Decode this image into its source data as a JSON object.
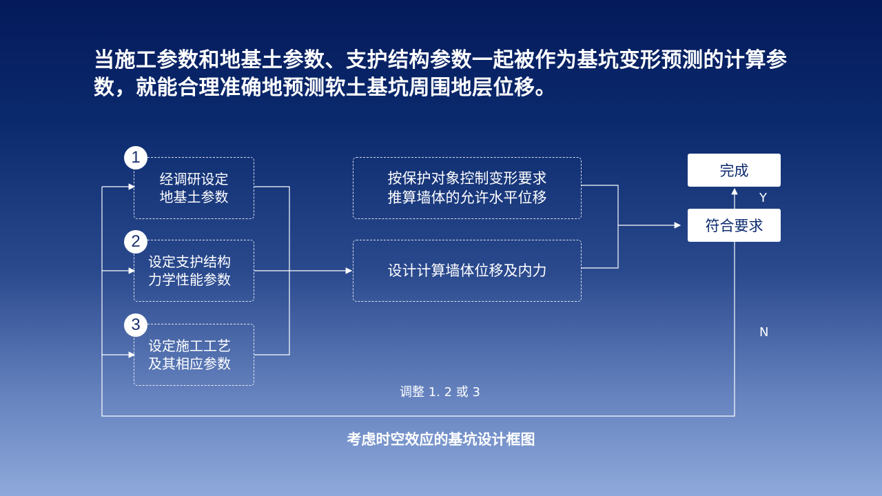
{
  "slide": {
    "headline": "当施工参数和地基土参数、支护结构参数一起被作为基坑变形预测的计算参数，就能合理准确地预测软土基坑周围地层位移。",
    "caption": "考虑时空效应的基坑设计框图"
  },
  "diagram": {
    "steps": [
      {
        "number": "1",
        "line1": "经调研设定",
        "line2": "地基土参数"
      },
      {
        "number": "2",
        "line1": "设定支护结构",
        "line2": "力学性能参数"
      },
      {
        "number": "3",
        "line1": "设定施工工艺",
        "line2": "及其相应参数"
      }
    ],
    "middle": {
      "top_line1": "按保护对象控制变形要求",
      "top_line2": "推算墙体的允许水平位移",
      "bottom": "设计计算墙体位移及内力"
    },
    "right": {
      "done": "完成",
      "check": "符合要求",
      "yes": "Y",
      "no": "N"
    },
    "loop_label": "调整 1. 2 或 3"
  },
  "colors": {
    "line": "#ffffff",
    "background_top": "#041a5a",
    "background_bottom": "#8fa9db"
  }
}
